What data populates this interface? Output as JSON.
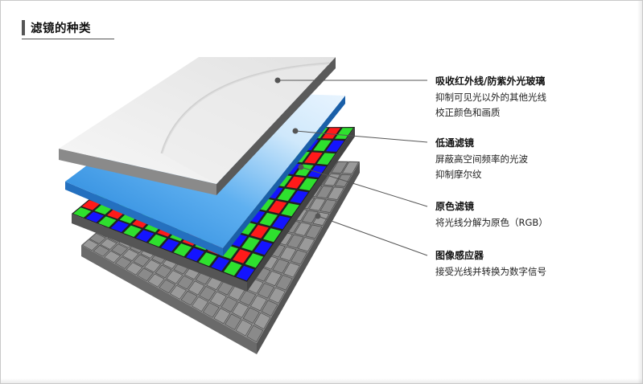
{
  "title": "滤镜的种类",
  "layers": [
    {
      "name": "吸收红外线/防紫外光玻璃",
      "lines": [
        "抑制可见光以外的其他光线",
        "校正颜色和画质"
      ]
    },
    {
      "name": "低通滤镜",
      "lines": [
        "屏蔽高空间频率的光波",
        "抑制摩尔纹"
      ]
    },
    {
      "name": "原色滤镜",
      "lines": [
        "将光线分解为原色（RGB）"
      ]
    },
    {
      "name": "图像感应器",
      "lines": [
        "接受光线并转换为数字信号"
      ]
    }
  ],
  "colors": {
    "glass_face": "#eeeeee",
    "glass_edge": "#6e6e6e",
    "lowpass_face": "#2f8fe0",
    "lowpass_edge": "#1a5fa8",
    "filter_red": "#ff1a1a",
    "filter_green": "#2ee02e",
    "filter_blue": "#1414ff",
    "sensor_face": "#8e8e8e",
    "sensor_edge": "#555555",
    "leader_line": "#555555"
  }
}
